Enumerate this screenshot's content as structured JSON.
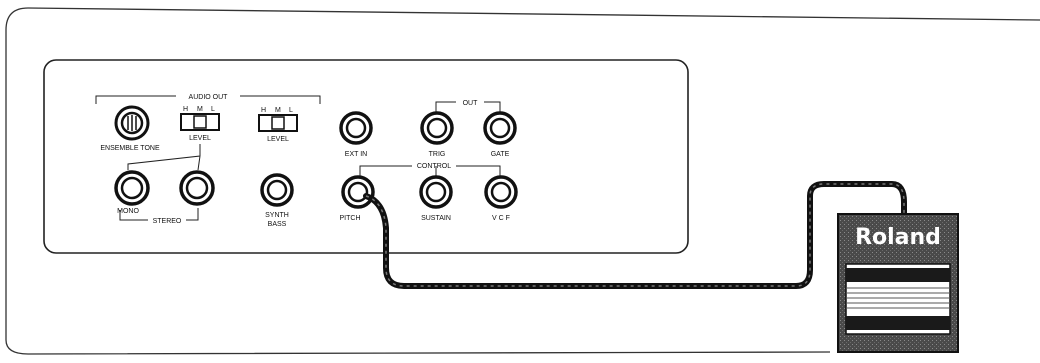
{
  "panel": {
    "audio_out_label": "AUDIO OUT",
    "switch1": {
      "h": "H",
      "m": "M",
      "l": "L",
      "label": "LEVEL"
    },
    "switch2": {
      "h": "H",
      "m": "M",
      "l": "L",
      "label": "LEVEL"
    },
    "ensemble_tone_label": "ENSEMBLE TONE",
    "mono_label": "MONO",
    "stereo_label": "STEREO",
    "synth_bass_label_1": "SYNTH",
    "synth_bass_label_2": "BASS",
    "ext_in_label": "EXT IN",
    "out_label": "OUT",
    "trig_label": "TRIG",
    "gate_label": "GATE",
    "control_label": "CONTROL",
    "pitch_label": "PITCH",
    "sustain_label": "SUSTAIN",
    "vcf_label": "V C F"
  },
  "pedal": {
    "brand": "Roland",
    "colors": {
      "body": "#3a3a3a",
      "cable": "#111111"
    }
  }
}
